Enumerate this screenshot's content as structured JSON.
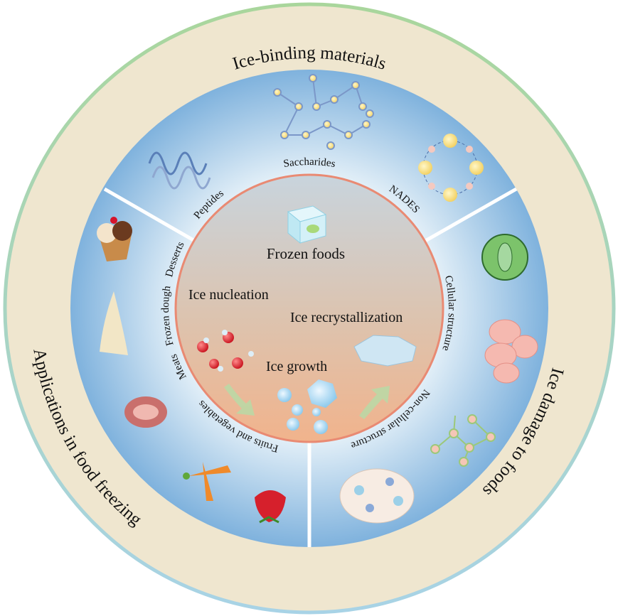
{
  "outer_labels": {
    "top": "Ice-binding materials",
    "right": "Ice damage to foods",
    "left": "Applications in food freezing"
  },
  "sector_labels": {
    "peptides": "Peptides",
    "saccharides": "Saccharides",
    "nades": "NADES",
    "cellular": "Cellular structure",
    "non_cellular": "Non-cellular structure",
    "fruits": "Fruits and vegetables",
    "meats": "Meats",
    "dough": "Frozen dough",
    "desserts": "Desserts"
  },
  "center": {
    "title": "Frozen foods",
    "nucleation": "Ice nucleation",
    "recrystallization": "Ice recrystallization",
    "growth": "Ice growth"
  },
  "colors": {
    "outer_ring": "#efe6cf",
    "blue_ring": "#8dbde3",
    "center_border": "#e98a73"
  }
}
